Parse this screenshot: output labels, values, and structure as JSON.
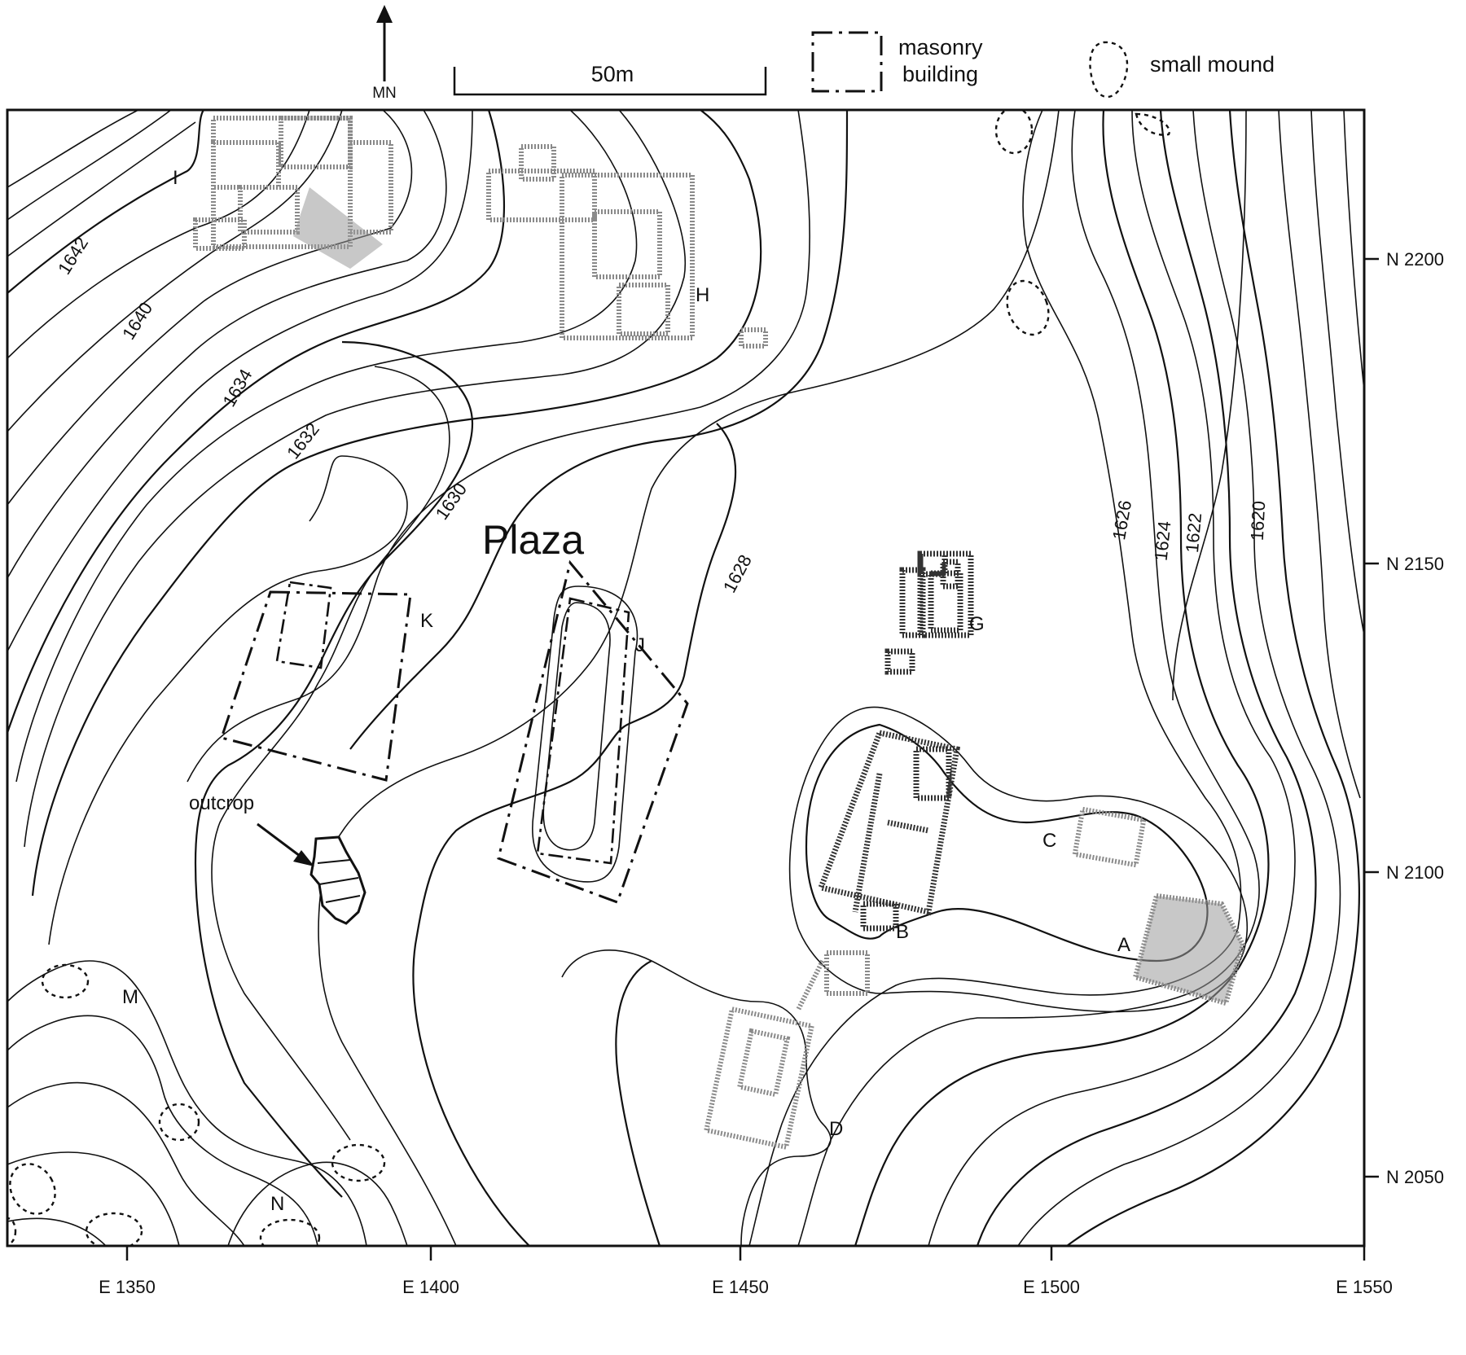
{
  "north_arrow": {
    "label": "MN"
  },
  "scale_bar": {
    "label": "50m"
  },
  "legend": {
    "masonry": {
      "line1": "masonry",
      "line2": "building"
    },
    "mound": {
      "label": "small mound"
    }
  },
  "plaza_label": "Plaza",
  "outcrop_label": "outcrop",
  "sites": {
    "A": "A",
    "B": "B",
    "C": "C",
    "D": "D",
    "G": "G",
    "H": "H",
    "I": "I",
    "J": "J",
    "K": "K",
    "M": "M",
    "N": "N"
  },
  "contours": {
    "c1620": "1620",
    "c1622": "1622",
    "c1624": "1624",
    "c1626": "1626",
    "c1628": "1628",
    "c1630": "1630",
    "c1632": "1632",
    "c1634": "1634",
    "c1640": "1640",
    "c1642": "1642"
  },
  "easting_ticks": [
    "E 1350",
    "E 1400",
    "E 1450",
    "E 1500",
    "E 1550"
  ],
  "northing_ticks": [
    "N 2200",
    "N 2150",
    "N 2100",
    "N 2050"
  ]
}
